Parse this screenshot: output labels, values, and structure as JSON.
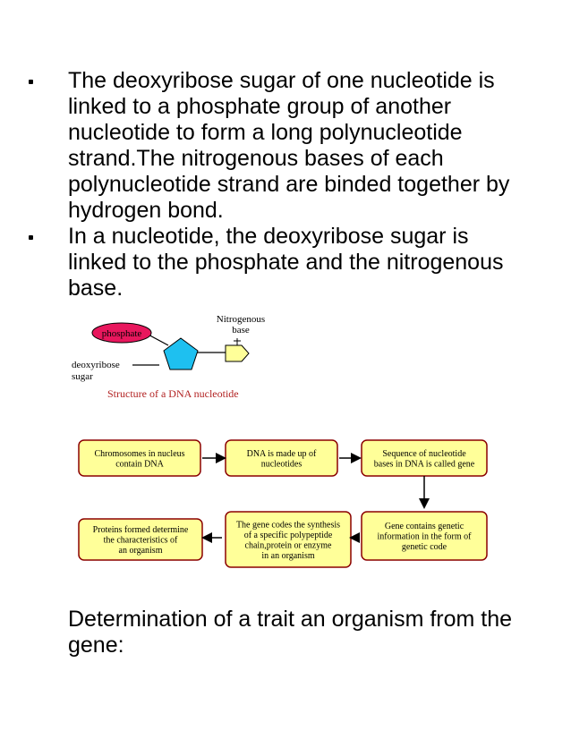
{
  "bullets": [
    {
      "text": "The deoxyribose sugar of one nucleotide is linked to a phosphate group of another nucleotide to form a long polynucleotide strand.The nitrogenous bases of each polynucleotide strand are binded together by hydrogen bond."
    },
    {
      "text": "In a nucleotide, the deoxyribose sugar is linked to the phosphate and the nitrogenous base."
    }
  ],
  "nucleotide_diagram": {
    "phosphate_label": "phosphate",
    "base_label_line1": "Nitrogenous",
    "base_label_line2": "base",
    "sugar_label_line1": "deoxyribose",
    "sugar_label_line2": "sugar",
    "title": "Structure of a DNA nucleotide",
    "colors": {
      "phosphate": "#e8175d",
      "sugar": "#1ec0f0",
      "base": "#ffff99",
      "title": "#b22222"
    }
  },
  "flowchart": {
    "box_fill": "#ffff99",
    "box_stroke": "#8b0000",
    "boxes": [
      {
        "lines": [
          "Chromosomes in nucleus",
          "contain DNA"
        ]
      },
      {
        "lines": [
          "DNA is made up of",
          "nucleotides"
        ]
      },
      {
        "lines": [
          "Sequence of nucleotide",
          "bases in DNA is called gene"
        ]
      },
      {
        "lines": [
          "Gene contains genetic",
          "information in the form of",
          "genetic code"
        ]
      },
      {
        "lines": [
          "The gene codes the synthesis",
          "of a specific polypeptide",
          "chain,protein or enzyme",
          "in an organism"
        ]
      },
      {
        "lines": [
          "Proteins formed determine",
          "the characteristics of",
          "an organism"
        ]
      }
    ]
  },
  "caption": "Determination of a trait an organism from the gene:"
}
